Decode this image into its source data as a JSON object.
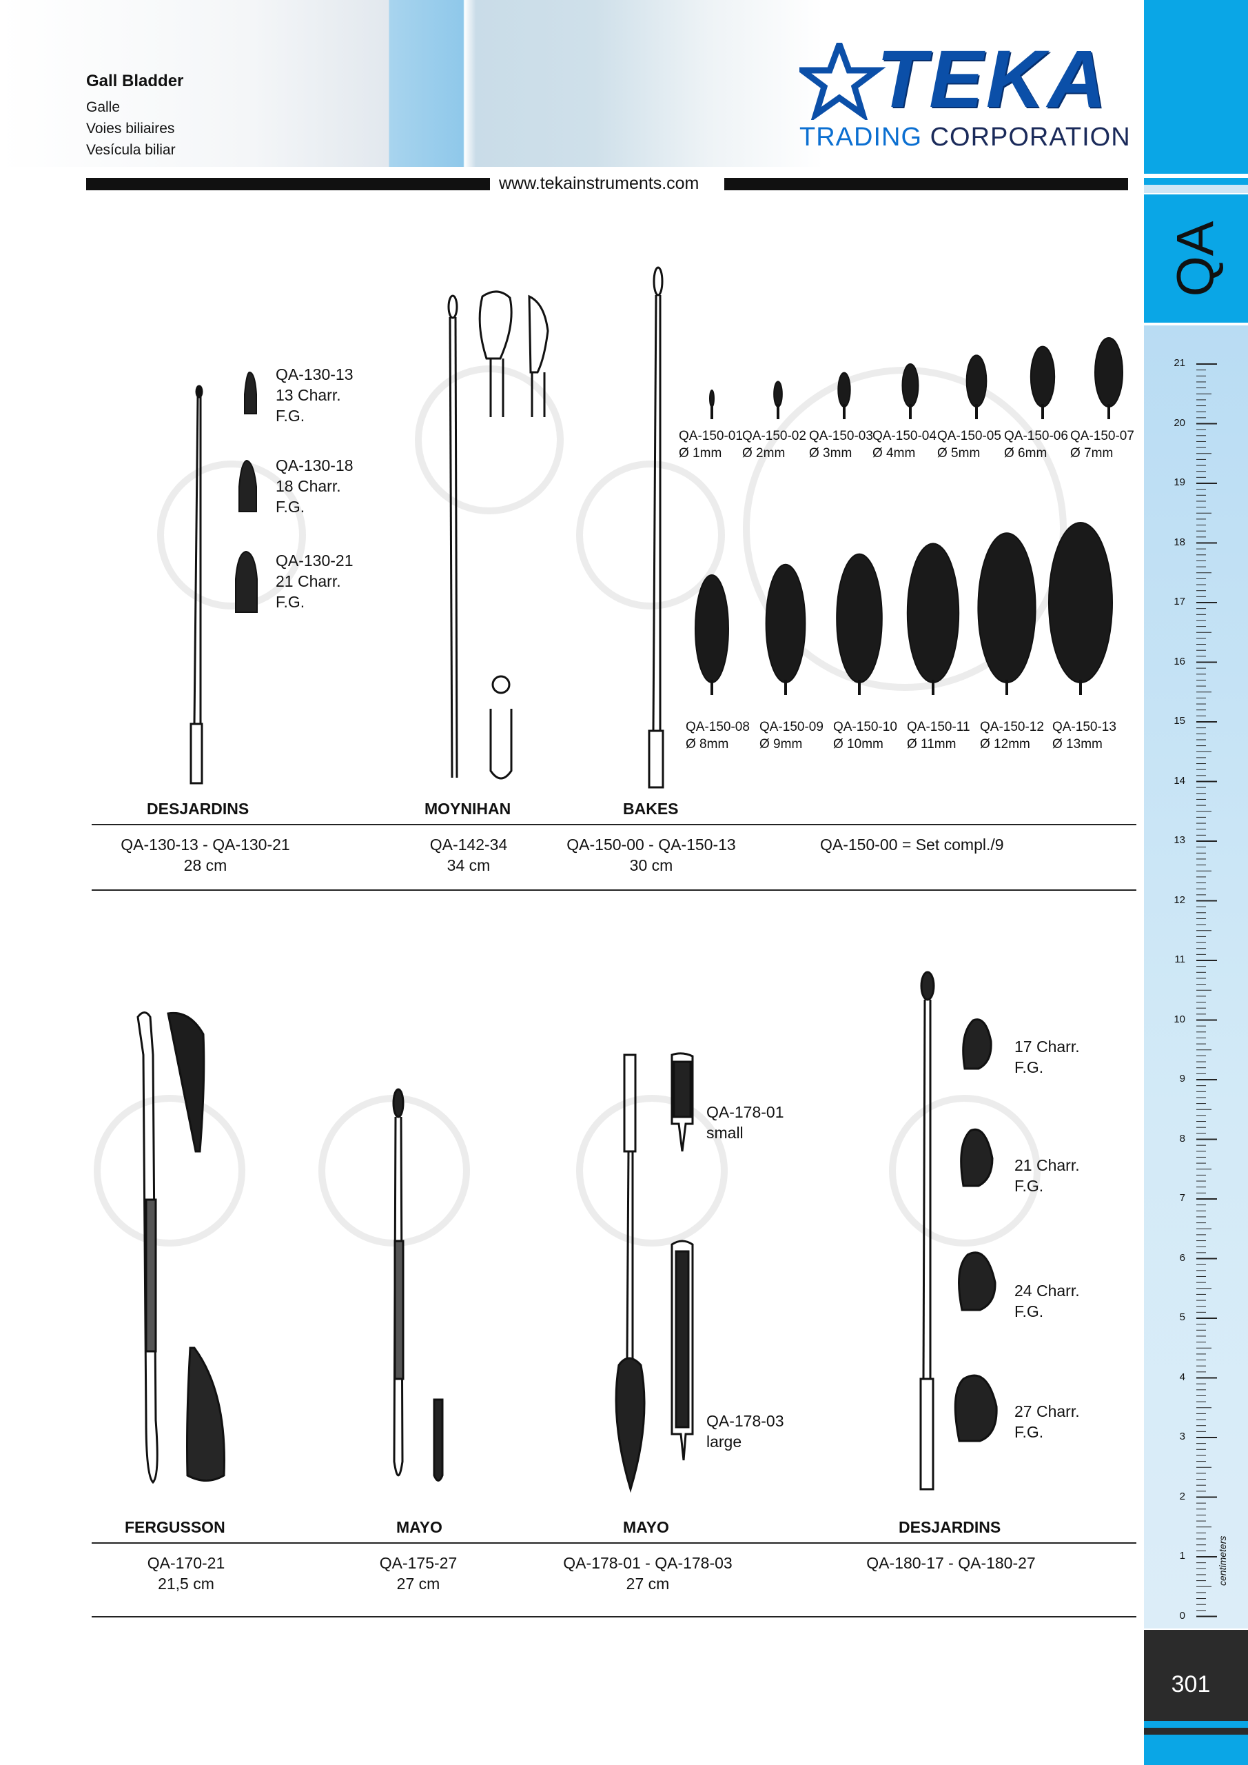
{
  "header": {
    "category": "Gall Bladder",
    "translations": [
      "Galle",
      "Voies biliaires",
      "Vesícula biliar"
    ],
    "brand": {
      "logo_text": "TEKA",
      "name_part1": "TRADING",
      "name_part2": "CORPORATION"
    },
    "website": "www.tekainstruments.com"
  },
  "sidebar": {
    "section_code": "QA",
    "ruler_labels": [
      "21",
      "20",
      "19",
      "18",
      "17",
      "16",
      "15",
      "14",
      "13",
      "12",
      "11",
      "10",
      "9",
      "8",
      "7",
      "6",
      "5",
      "4",
      "3",
      "2",
      "1",
      "0"
    ],
    "ruler_unit": "centimeters",
    "page_number": "301"
  },
  "top_section": {
    "desjardins_probes": [
      {
        "code": "QA-130-13",
        "size": "13 Charr.",
        "note": "F.G."
      },
      {
        "code": "QA-130-18",
        "size": "18 Charr.",
        "note": "F.G."
      },
      {
        "code": "QA-130-21",
        "size": "21 Charr.",
        "note": "F.G."
      }
    ],
    "bakes_row1": [
      {
        "code": "QA-150-01",
        "dia": "Ø 1mm"
      },
      {
        "code": "QA-150-02",
        "dia": "Ø 2mm"
      },
      {
        "code": "QA-150-03",
        "dia": "Ø 3mm"
      },
      {
        "code": "QA-150-04",
        "dia": "Ø 4mm"
      },
      {
        "code": "QA-150-05",
        "dia": "Ø 5mm"
      },
      {
        "code": "QA-150-06",
        "dia": "Ø 6mm"
      },
      {
        "code": "QA-150-07",
        "dia": "Ø 7mm"
      }
    ],
    "bakes_row2": [
      {
        "code": "QA-150-08",
        "dia": "Ø 8mm"
      },
      {
        "code": "QA-150-09",
        "dia": "Ø 9mm"
      },
      {
        "code": "QA-150-10",
        "dia": "Ø 10mm"
      },
      {
        "code": "QA-150-11",
        "dia": "Ø 11mm"
      },
      {
        "code": "QA-150-12",
        "dia": "Ø 12mm"
      },
      {
        "code": "QA-150-13",
        "dia": "Ø 13mm"
      }
    ],
    "products": [
      {
        "name": "DESJARDINS",
        "codes": "QA-130-13  -  QA-130-21",
        "length": "28  cm"
      },
      {
        "name": "MOYNIHAN",
        "codes": "QA-142-34",
        "length": "34  cm"
      },
      {
        "name": "BAKES",
        "codes": "QA-150-00  -  QA-150-13",
        "length": "30  cm"
      }
    ],
    "set_note": "QA-150-00 = Set compl./9"
  },
  "bottom_section": {
    "mayo_variants": [
      {
        "code": "QA-178-01",
        "size": "small"
      },
      {
        "code": "QA-178-03",
        "size": "large"
      }
    ],
    "desjardins_scoops": [
      {
        "size": "17  Charr.",
        "note": "F.G."
      },
      {
        "size": "21  Charr.",
        "note": "F.G."
      },
      {
        "size": "24  Charr.",
        "note": "F.G."
      },
      {
        "size": "27  Charr.",
        "note": "F.G."
      }
    ],
    "products": [
      {
        "name": "FERGUSSON",
        "codes": "QA-170-21",
        "length": "21,5  cm"
      },
      {
        "name": "MAYO",
        "codes": "QA-175-27",
        "length": "27  cm"
      },
      {
        "name": "MAYO",
        "codes": "QA-178-01  -  QA-178-03",
        "length": "27  cm"
      },
      {
        "name": "DESJARDINS",
        "codes": "QA-180-17  -  QA-180-27",
        "length": ""
      }
    ]
  },
  "colors": {
    "accent": "#0aa6e6",
    "dark": "#2b2b2b",
    "brand_blue": "#0b4fa8"
  }
}
